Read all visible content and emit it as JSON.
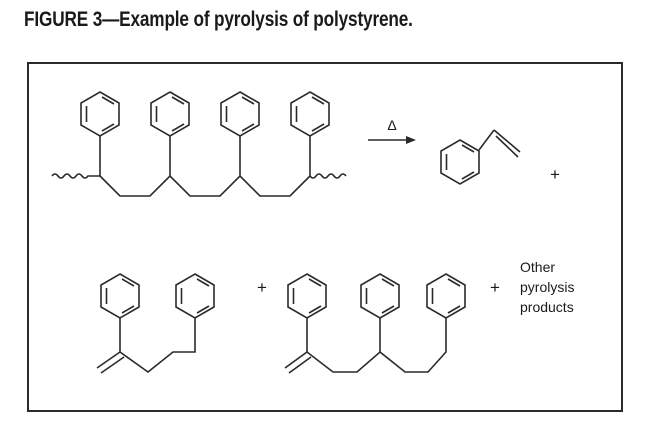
{
  "figure": {
    "title": "FIGURE 3—Example of pyrolysis of polystyrene."
  },
  "reaction": {
    "heat_symbol": "Δ",
    "plus_sign": "+",
    "other_products_lines": [
      "Other",
      "pyrolysis",
      "products"
    ]
  },
  "colors": {
    "stroke": "#2a2a2a",
    "text": "#1a1a1a",
    "background": "#ffffff"
  }
}
